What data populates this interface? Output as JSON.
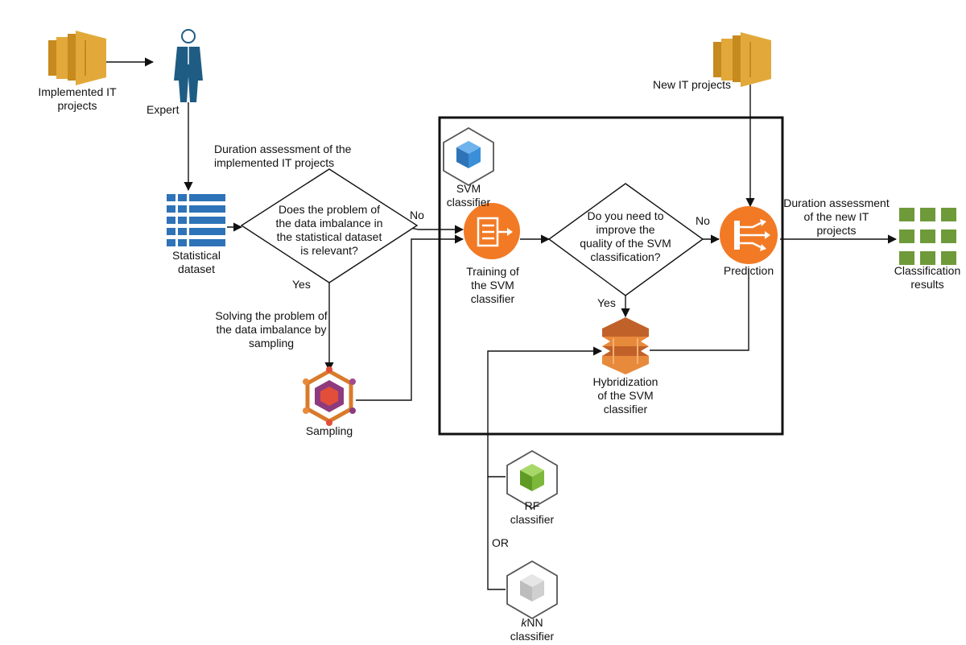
{
  "nodes": {
    "implemented_it_projects": "Implemented IT projects",
    "expert": "Expert",
    "duration_assessment_implemented": "Duration assessment of the implemented IT projects",
    "statistical_dataset": "Statistical dataset",
    "decision_imbalance": "Does the problem of the data imbalance in the statistical dataset is relevant?",
    "solving_imbalance": "Solving the problem of the data imbalance by sampling",
    "sampling": "Sampling",
    "svm_classifier": "SVM classifier",
    "training_svm": "Training of the SVM classifier",
    "decision_improve": "Do you need to improve the quality of  the SVM classification?",
    "prediction": "Prediction",
    "new_it_projects": "New IT projects",
    "duration_assessment_new": "Duration assessment  of the new IT projects",
    "classification_results": "Classification results",
    "hybridization_svm": "Hybridization of the SVM classifier",
    "rf_classifier": "RF classifier",
    "or_label": "OR",
    "knn_k": "k",
    "knn_rest": "NN",
    "knn_classifier_word": "classifier"
  },
  "edges": {
    "no_1": "No",
    "yes_1": "Yes",
    "no_2": "No",
    "yes_2": "Yes"
  },
  "colors": {
    "gold": "#E2A93A",
    "gold_dark": "#C68A1E",
    "expert_blue": "#1F5C84",
    "dataset_blue": "#2E73B8",
    "aws_orange": "#F27A25",
    "hybrid_orange": "#E88A3B",
    "sampling_purple": "#8E3B7D",
    "results_green": "#6E9A3A",
    "rf_green": "#7DB83A",
    "svm_blue": "#3B8FD9",
    "knn_gray": "#CFCFCF"
  },
  "icons": {
    "implemented": "server-stack-icon",
    "expert": "person-icon",
    "dataset": "table-icon",
    "sampling": "hexagon-network-icon",
    "svm": "cube-icon",
    "training": "document-arrow-icon",
    "prediction": "router-arrows-icon",
    "new_projects": "server-stack-icon",
    "results": "grid-icon",
    "hybridization": "stacked-funnel-icon",
    "rf": "cube-icon",
    "knn": "cube-icon"
  }
}
